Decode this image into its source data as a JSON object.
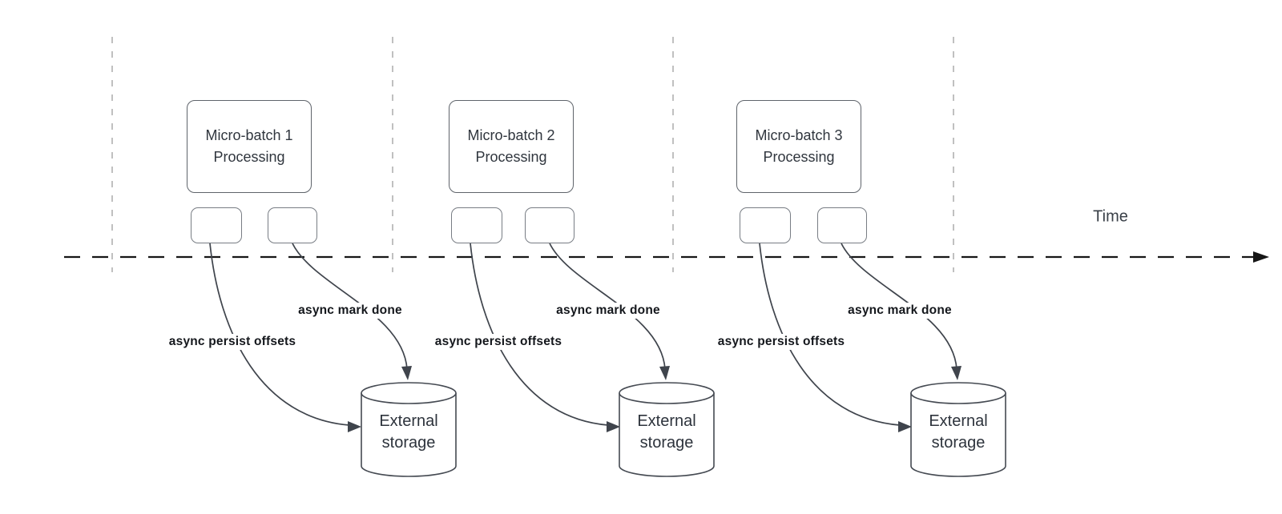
{
  "timeline": {
    "label": "Time"
  },
  "groups": [
    {
      "box_label": "Micro-batch 1 Processing",
      "persist_label": "async persist offsets",
      "mark_label": "async mark done",
      "storage_label": "External storage"
    },
    {
      "box_label": "Micro-batch 2 Processing",
      "persist_label": "async persist offsets",
      "mark_label": "async mark done",
      "storage_label": "External storage"
    },
    {
      "box_label": "Micro-batch 3 Processing",
      "persist_label": "async persist offsets",
      "mark_label": "async mark done",
      "storage_label": "External storage"
    }
  ],
  "colors": {
    "connector": "#3f444c",
    "timeline_line": "#161616",
    "guide_line": "#ababab",
    "box_border": "#5f646b",
    "cylinder_border": "#454a52",
    "box_text": "#30363e",
    "label_text": "#14171c"
  }
}
